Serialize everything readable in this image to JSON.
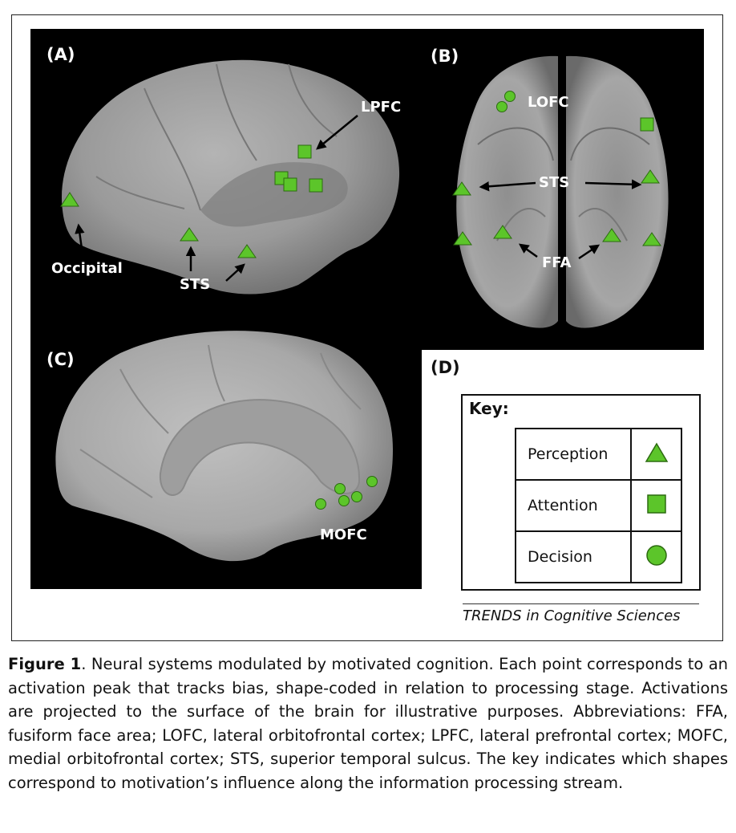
{
  "figure": {
    "panels": {
      "a": "(A)",
      "b": "(B)",
      "c": "(C)",
      "d": "(D)"
    },
    "labels": {
      "lpfc": "LPFC",
      "occipital": "Occipital",
      "sts_a": "STS",
      "lofc": "LOFC",
      "sts_b": "STS",
      "ffa": "FFA",
      "mofc": "MOFC"
    },
    "marker_color": "#5cc52a",
    "key": {
      "title": "Key:",
      "rows": [
        {
          "label": "Perception",
          "shape": "triangle-icon"
        },
        {
          "label": "Attention",
          "shape": "square-icon"
        },
        {
          "label": "Decision",
          "shape": "circle-icon"
        }
      ]
    },
    "credit": "TRENDS in Cognitive Sciences"
  },
  "caption": {
    "lead": "Figure 1",
    "text": ". Neural systems modulated by motivated cognition. Each point corresponds to an activation peak that tracks bias, shape-coded in relation to processing stage. Activations are projected to the surface of the brain for illustrative purposes. Abbreviations: FFA, fusiform face area; LOFC, lateral orbitofrontal cortex; LPFC, lateral prefrontal cortex; MOFC, medial orbitofrontal cortex; STS, superior temporal sulcus. The key indicates which shapes correspond to motivation’s influence along the information processing stream."
  }
}
